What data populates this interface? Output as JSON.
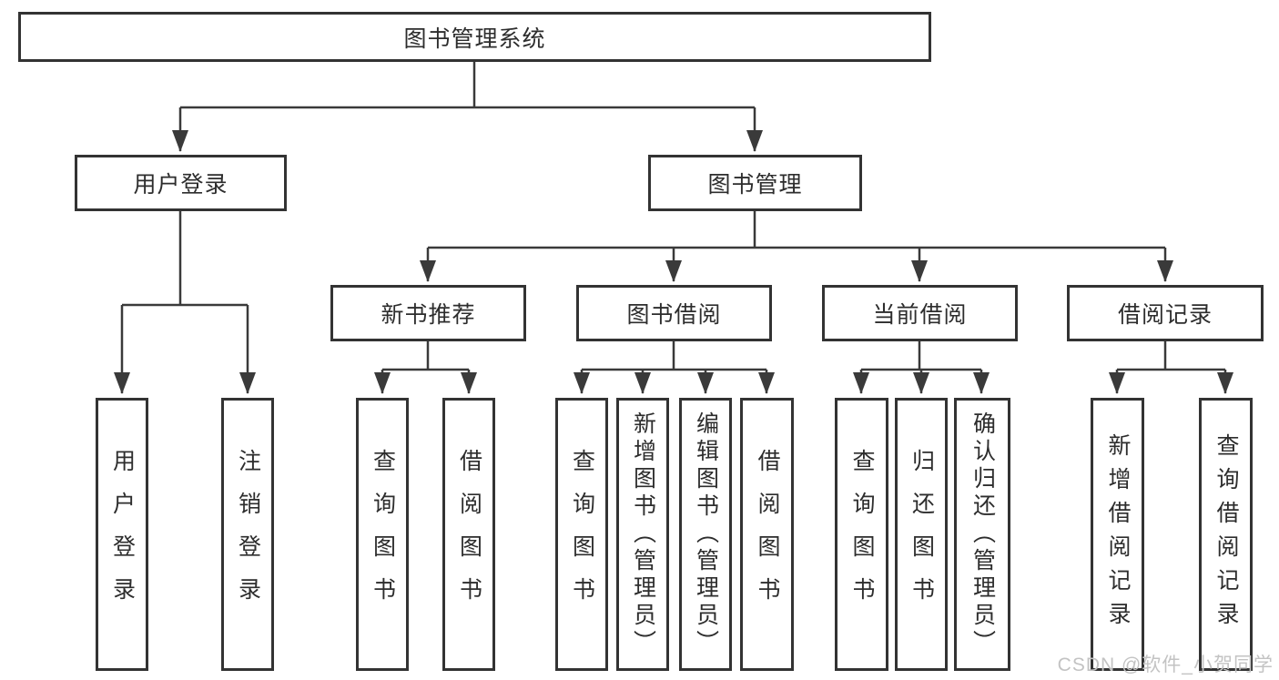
{
  "colors": {
    "line": "#3a3a3a",
    "border": "#333333",
    "text": "#2d2d2d",
    "bg": "#ffffff",
    "watermark": "#c3c3c3"
  },
  "watermark": "CSDN @软件_小贺同学",
  "tree": {
    "label": "图书管理系统",
    "children": [
      {
        "label": "用户登录",
        "children": [
          {
            "label": "用户登录"
          },
          {
            "label": "注销登录"
          }
        ]
      },
      {
        "label": "图书管理",
        "children": [
          {
            "label": "新书推荐",
            "children": [
              {
                "label": "查询图书"
              },
              {
                "label": "借阅图书"
              }
            ]
          },
          {
            "label": "图书借阅",
            "children": [
              {
                "label": "查询图书"
              },
              {
                "label": "新增图书（管理员）"
              },
              {
                "label": "编辑图书（管理员）"
              },
              {
                "label": "借阅图书"
              }
            ]
          },
          {
            "label": "当前借阅",
            "children": [
              {
                "label": "查询图书"
              },
              {
                "label": "归还图书"
              },
              {
                "label": "确认归还（管理员）"
              }
            ]
          },
          {
            "label": "借阅记录",
            "children": [
              {
                "label": "新增借阅记录"
              },
              {
                "label": "查询借阅记录"
              }
            ]
          }
        ]
      }
    ]
  }
}
